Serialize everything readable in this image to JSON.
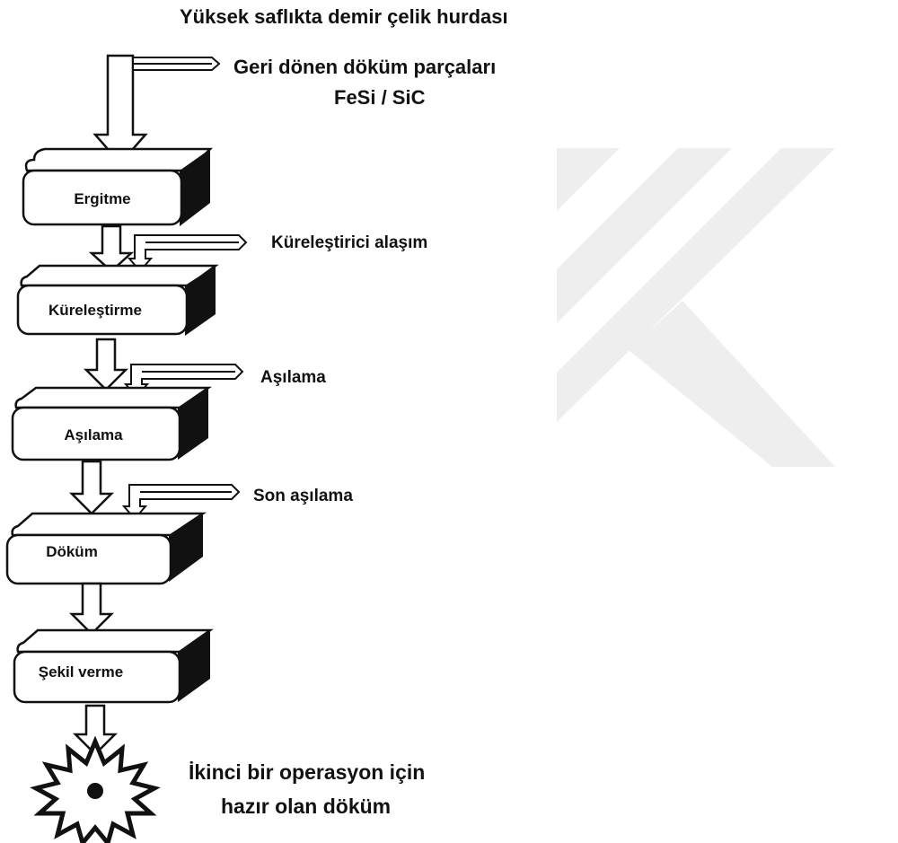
{
  "inputs": {
    "top_input": "Yüksek saflıkta demir çelik hurdası",
    "return_line1": "Geri dönen döküm parçaları",
    "return_line2": "FeSi / SiC",
    "nodularizer": "Küreleştirici alaşım",
    "inoculant": "Aşılama",
    "late_inoculant": "Son aşılama"
  },
  "steps": [
    {
      "label": "Ergitme"
    },
    {
      "label": "Küreleştirme"
    },
    {
      "label": "Aşılama"
    },
    {
      "label": "Döküm"
    },
    {
      "label": "Şekil verme"
    }
  ],
  "output": {
    "line1": "İkinci bir operasyon için",
    "line2": "hazır olan döküm"
  },
  "colors": {
    "ink": "#111111",
    "watermark": "#eeeeee"
  }
}
